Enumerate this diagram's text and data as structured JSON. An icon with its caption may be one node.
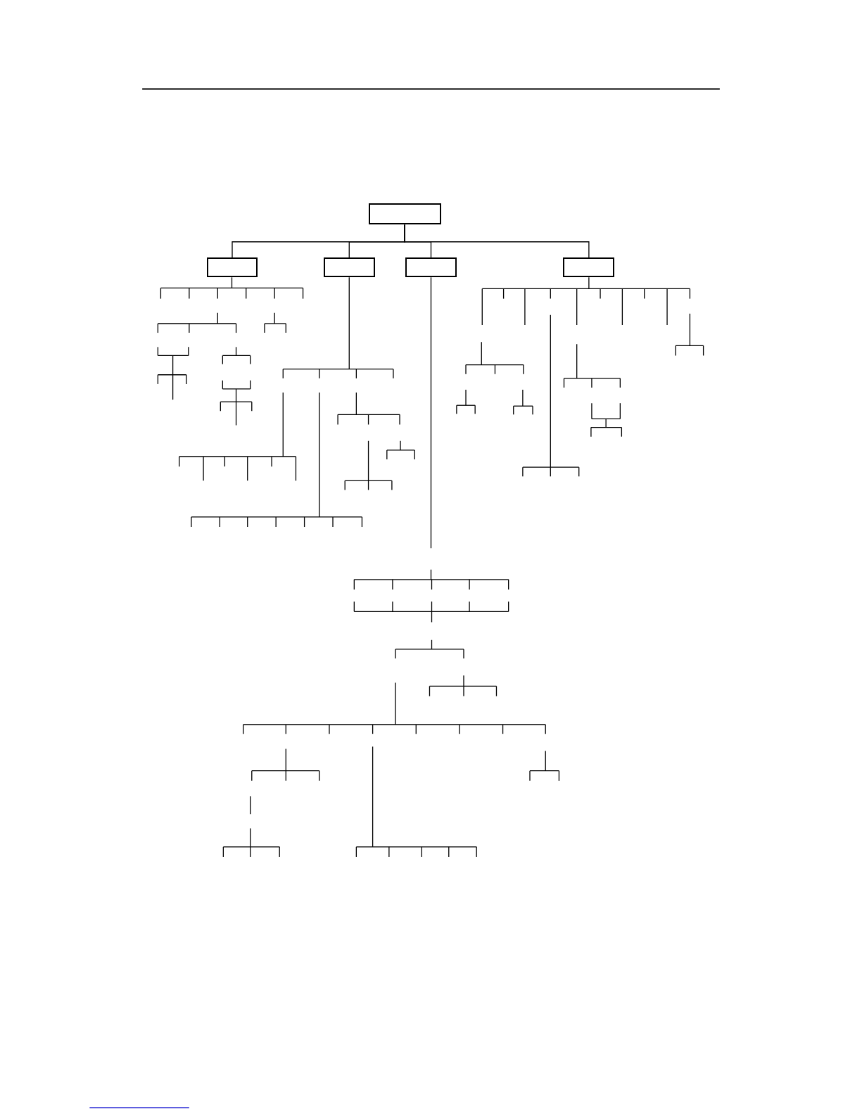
{
  "diagram": {
    "nodes": [
      {
        "text": [],
        "shape": "box"
      },
      {
        "text": [],
        "shape": "box"
      },
      {
        "text": [],
        "shape": "box"
      },
      {
        "text": [],
        "shape": "box"
      },
      {
        "text": [],
        "shape": "box"
      }
    ],
    "edges": [
      {
        "from": 0,
        "to": 1,
        "arrow": "none"
      },
      {
        "from": 0,
        "to": 2,
        "arrow": "none"
      },
      {
        "from": 0,
        "to": 3,
        "arrow": "none"
      },
      {
        "from": 0,
        "to": 4,
        "arrow": "none"
      }
    ]
  }
}
